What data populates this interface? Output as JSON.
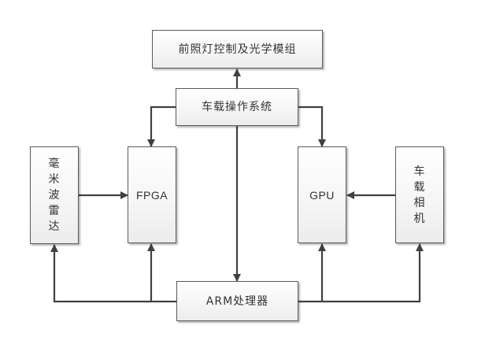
{
  "diagram": {
    "nodes": {
      "headlight_module": "前照灯控制及光学模组",
      "vehicle_os": "车载操作系统",
      "mmwave_radar": "毫米波雷达",
      "fpga": "FPGA",
      "gpu": "GPU",
      "vehicle_camera": "车载相机",
      "arm_processor": "ARM处理器"
    },
    "edges": [
      {
        "from": "vehicle_os",
        "to": "headlight_module",
        "type": "one-way"
      },
      {
        "from": "vehicle_os",
        "to": "fpga",
        "type": "two-way"
      },
      {
        "from": "vehicle_os",
        "to": "gpu",
        "type": "two-way"
      },
      {
        "from": "vehicle_os",
        "to": "arm_processor",
        "type": "two-way"
      },
      {
        "from": "mmwave_radar",
        "to": "fpga",
        "type": "one-way"
      },
      {
        "from": "vehicle_camera",
        "to": "gpu",
        "type": "one-way"
      },
      {
        "from": "arm_processor",
        "to": "mmwave_radar",
        "type": "one-way"
      },
      {
        "from": "arm_processor",
        "to": "fpga",
        "type": "one-way"
      },
      {
        "from": "arm_processor",
        "to": "gpu",
        "type": "one-way"
      },
      {
        "from": "arm_processor",
        "to": "vehicle_camera",
        "type": "one-way"
      }
    ],
    "colors": {
      "line": "#404040",
      "border": "#5a5a5a",
      "text": "#333333"
    }
  }
}
